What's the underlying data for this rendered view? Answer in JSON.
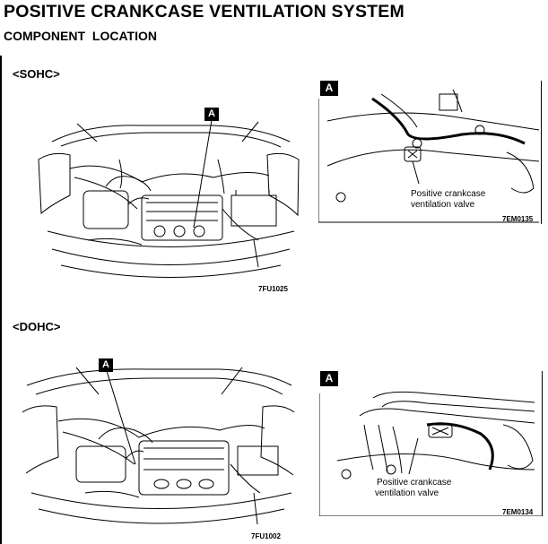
{
  "page": {
    "title": "POSITIVE CRANKCASE VENTILATION SYSTEM",
    "subtitle": "COMPONENT   LOCATION"
  },
  "sohc": {
    "label": "<SOHC>",
    "engine_figure": {
      "callout": "A",
      "code": "7FU1025"
    },
    "detail_figure": {
      "badge": "A",
      "caption_line1": "Positive crankcase",
      "caption_line2": "ventilation valve",
      "code": "7EM0135"
    }
  },
  "dohc": {
    "label": "<DOHC>",
    "engine_figure": {
      "callout": "A",
      "code": "7FU1002"
    },
    "detail_figure": {
      "badge": "A",
      "caption_line1": "Positive crankcase",
      "caption_line2": "ventilation valve",
      "code": "7EM0134"
    }
  }
}
